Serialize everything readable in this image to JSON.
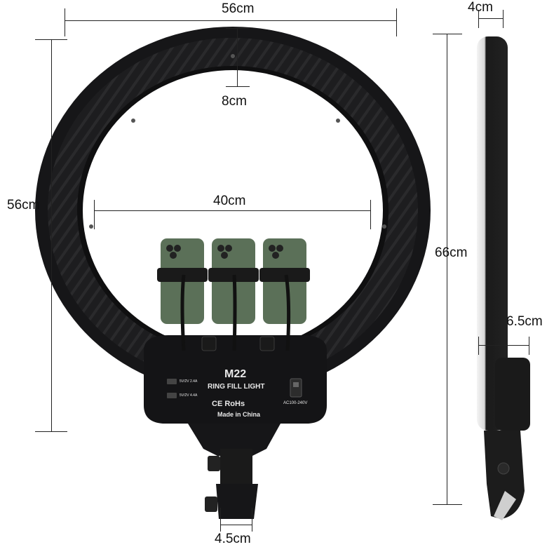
{
  "dimensions": {
    "ring_width": "56cm",
    "ring_height": "56cm",
    "inner_diameter": "40cm",
    "ring_band_width": "8cm",
    "side_thickness": "4cm",
    "total_height": "66cm",
    "base_depth": "6.5cm",
    "mount_width": "4.5cm"
  },
  "product": {
    "model": "M22",
    "name": "RING FILL LIGHT",
    "origin": "Made in China",
    "power_rating": "AC100-240V",
    "usb_port_1": "5V/2V 2.4A",
    "usb_port_2": "5V/2V 4.4A",
    "certification_marks": "CE  RoHs"
  },
  "colors": {
    "ring_body": "#1b1b1d",
    "diffuser_edge": "#f2f2f2",
    "phone_green": "#5b7058",
    "dimension_line": "#222222",
    "background": "#ffffff"
  }
}
